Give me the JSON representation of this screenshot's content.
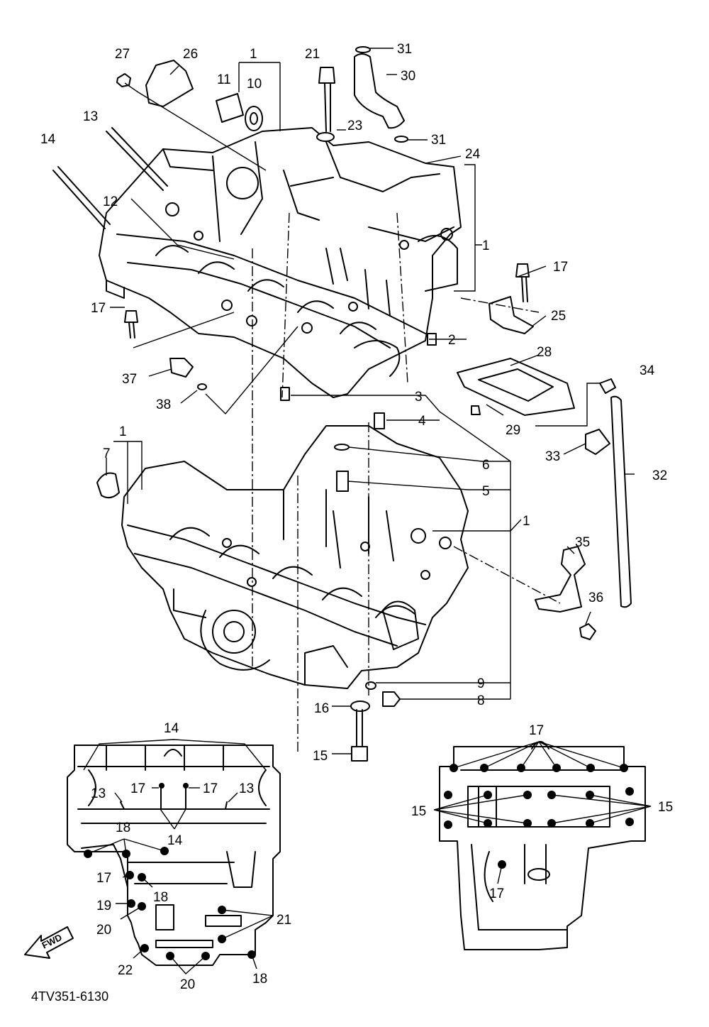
{
  "labels": {
    "l1_top": "1",
    "l27": "27",
    "l26": "26",
    "l11": "11",
    "l10": "10",
    "l21_top": "21",
    "l31_top": "31",
    "l30": "30",
    "l23": "23",
    "l31_mid": "31",
    "l13_top": "13",
    "l14_top": "14",
    "l24": "24",
    "l12": "12",
    "l1_right": "1",
    "l17_right": "17",
    "l17_left": "17",
    "l25": "25",
    "l2": "2",
    "l28": "28",
    "l34": "34",
    "l37": "37",
    "l3": "3",
    "l38": "38",
    "l4": "4",
    "l29": "29",
    "l1_mid": "1",
    "l33": "33",
    "l7": "7",
    "l6": "6",
    "l32": "32",
    "l5": "5",
    "l1_low": "1",
    "l35": "35",
    "l36": "36",
    "l9": "9",
    "l16": "16",
    "l8": "8",
    "l15_bolt": "15",
    "inset_left": {
      "l14_top": "14",
      "l13_a": "13",
      "l17_a": "17",
      "l17_b": "17",
      "l13_b": "13",
      "l18_a": "18",
      "l14_b": "14",
      "l17_c": "17",
      "l18_b": "18",
      "l19": "19",
      "l20_a": "20",
      "l21": "21",
      "l22": "22",
      "l20_b": "20",
      "l18_c": "18",
      "fwd": "FWD"
    },
    "inset_right": {
      "l17_top": "17",
      "l15_left": "15",
      "l15_right": "15",
      "l17_bottom": "17"
    }
  },
  "figure_code": "4TV351-6130"
}
